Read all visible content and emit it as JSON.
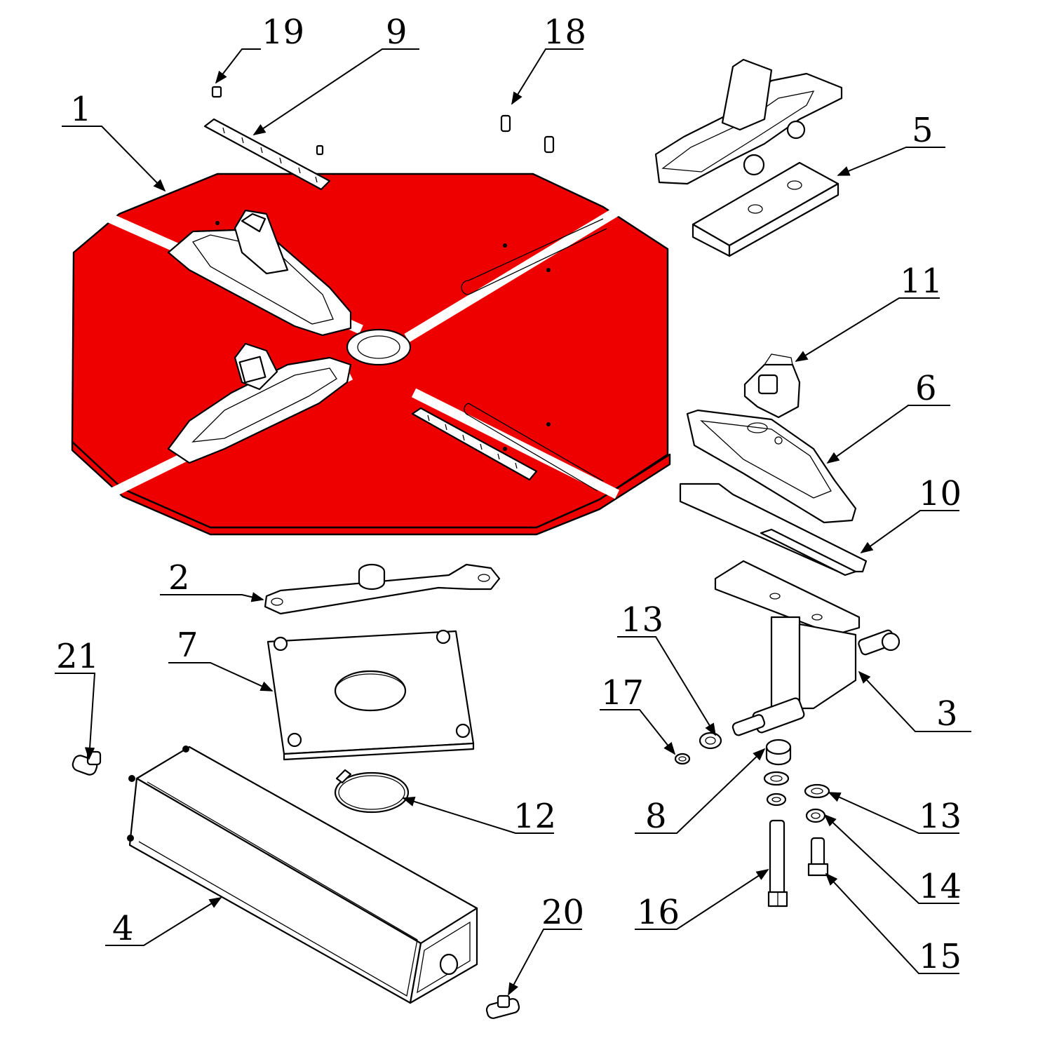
{
  "callouts": {
    "c1": "1",
    "c2": "2",
    "c3": "3",
    "c4": "4",
    "c5": "5",
    "c6": "6",
    "c7": "7",
    "c8": "8",
    "c9": "9",
    "c10": "10",
    "c11": "11",
    "c12": "12",
    "c13a": "13",
    "c13b": "13",
    "c14": "14",
    "c15": "15",
    "c16": "16",
    "c17": "17",
    "c18": "18",
    "c19": "19",
    "c20": "20",
    "c21": "21"
  },
  "colors": {
    "turntable": "#ee0000",
    "line": "#000000",
    "background": "#ffffff"
  }
}
